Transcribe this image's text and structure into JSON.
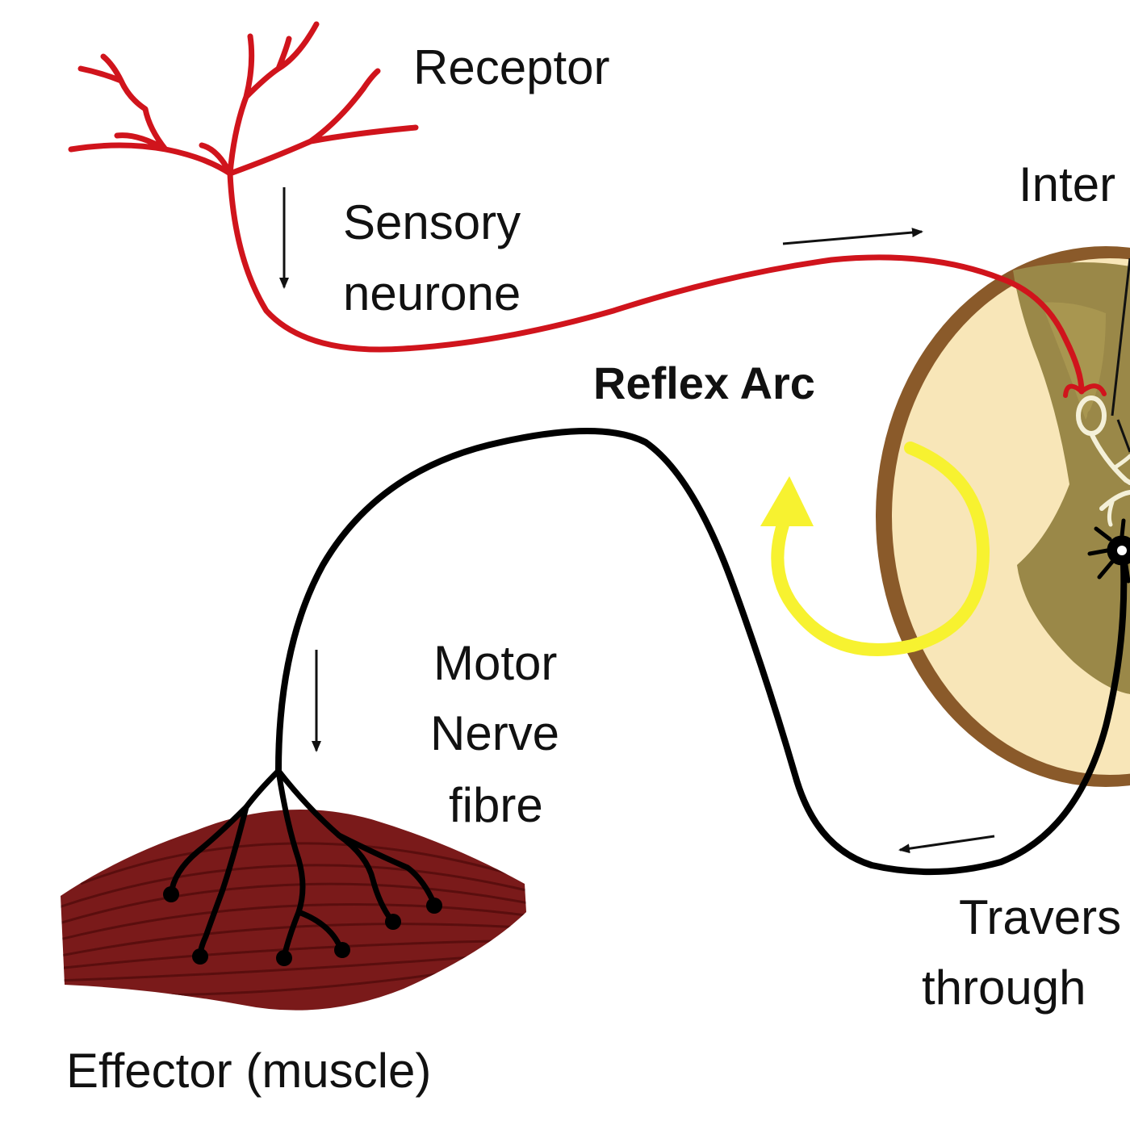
{
  "title": "Reflex Arc",
  "labels": {
    "receptor": "Receptor",
    "sensory_line1": "Sensory",
    "sensory_line2": "neurone",
    "inter_partial": "Inter",
    "motor_line1": "Motor",
    "motor_line2": "Nerve",
    "motor_line3": "fibre",
    "traverse_line1": "Travers",
    "traverse_line2": "through",
    "effector": "Effector (muscle)"
  },
  "colors": {
    "sensory_neurone": "#d0141c",
    "motor_nerve": "#000000",
    "muscle": "#7a1a1a",
    "muscle_striations": "#5a0e0e",
    "spinal_cord_white_matter": "#f8e6b8",
    "spinal_cord_outer": "#8a5a2a",
    "spinal_cord_grey_matter": "#9a8848",
    "reflex_loop_arrow": "#f7f230",
    "direction_arrows": "#111111"
  },
  "icons": [
    "receptor-dendrites",
    "spinal-cord-cross-section",
    "relay-interneurone",
    "motor-neurone-cell-body",
    "muscle-effector",
    "reflex-loop-arrow",
    "direction-arrow"
  ]
}
